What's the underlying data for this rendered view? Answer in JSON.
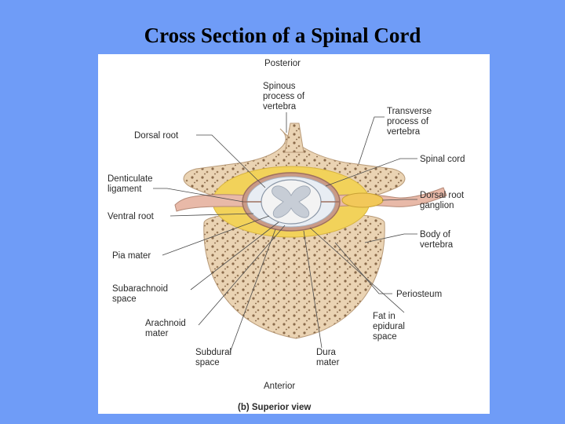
{
  "slide": {
    "title": "Cross Section of a Spinal Cord"
  },
  "diagram": {
    "top": "Posterior",
    "bottom": "Anterior",
    "caption": "(b) Superior view",
    "labels": {
      "spinous": [
        "Spinous",
        "process of",
        "vertebra"
      ],
      "transverse": [
        "Transverse",
        "process of",
        "vertebra"
      ],
      "dorsal_root": "Dorsal root",
      "spinal_cord": "Spinal cord",
      "denticulate": [
        "Denticulate",
        "ligament"
      ],
      "dorsal_ganglion": [
        "Dorsal root",
        "ganglion"
      ],
      "ventral_root": "Ventral root",
      "body_vertebra": [
        "Body of",
        "vertebra"
      ],
      "pia": "Pia mater",
      "subarachnoid": [
        "Subarachnoid",
        "space"
      ],
      "periosteum": "Periosteum",
      "arachnoid": [
        "Arachnoid",
        "mater"
      ],
      "fat": [
        "Fat in",
        "epidural",
        "space"
      ],
      "subdural": [
        "Subdural",
        "space"
      ],
      "dura": [
        "Dura",
        "mater"
      ]
    }
  },
  "colors": {
    "background": "#6f9cf7",
    "bone": "#ead3b3",
    "bone_pore": "#8a6a4a",
    "fat": "#f2d25a",
    "dura": "#c99a86",
    "cord": "#f3f3f3",
    "gray_matter": "#c7cdd6"
  }
}
